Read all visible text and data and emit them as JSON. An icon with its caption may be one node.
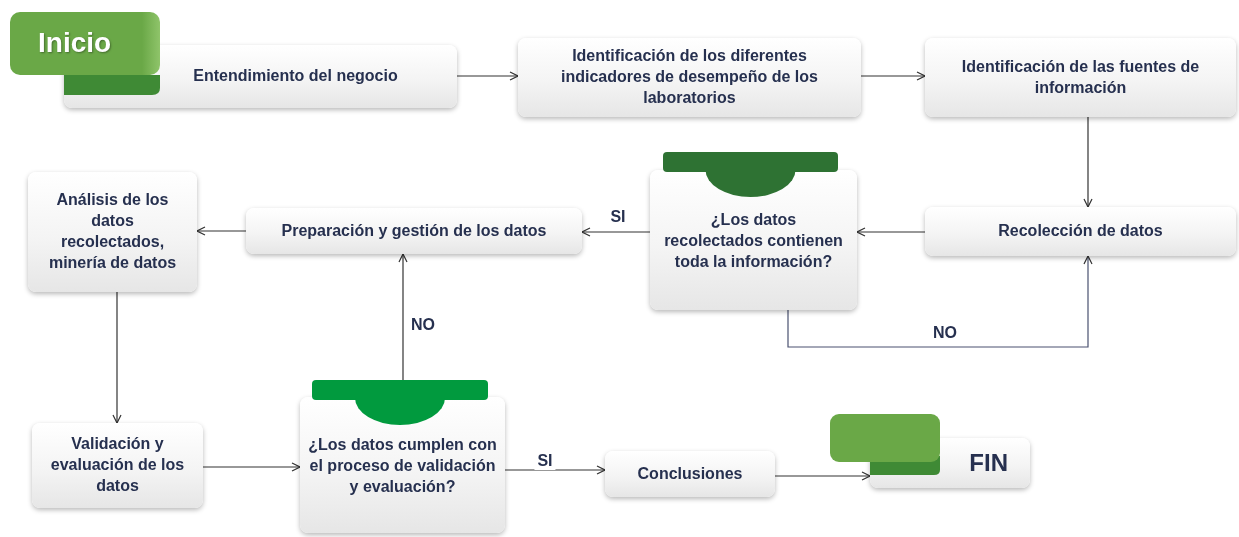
{
  "diagram": {
    "nodes": [
      {
        "text": [
          "Inicio"
        ]
      },
      {
        "text": [
          "Entendimiento del negocio"
        ]
      },
      {
        "text": [
          "Identificación de los diferentes indicadores de desempeño de los laboratorios"
        ]
      },
      {
        "text": [
          "Identificación de las fuentes de información"
        ]
      },
      {
        "text": [
          "Recolección de datos"
        ]
      },
      {
        "text": [
          "¿Los datos recolectados contienen toda la información?"
        ]
      },
      {
        "text": [
          "Preparación y gestión de los datos"
        ]
      },
      {
        "text": [
          "Análisis de los datos recolectados, minería de datos"
        ]
      },
      {
        "text": [
          "Validación y evaluación de los datos"
        ]
      },
      {
        "text": [
          "¿Los datos cumplen con el proceso de validación y evaluación?"
        ]
      },
      {
        "text": [
          "Conclusiones"
        ]
      },
      {
        "text": [
          "FIN"
        ]
      }
    ],
    "edges": [
      {
        "from": 1,
        "to": 2,
        "arrow": "to"
      },
      {
        "from": 2,
        "to": 3,
        "arrow": "to"
      },
      {
        "from": 3,
        "to": 4,
        "arrow": "to"
      },
      {
        "from": 4,
        "to": 5,
        "arrow": "to"
      },
      {
        "from": 5,
        "to": 6,
        "arrow": "to",
        "label": "SI"
      },
      {
        "from": 5,
        "to": 4,
        "arrow": "to",
        "label": "NO"
      },
      {
        "from": 6,
        "to": 7,
        "arrow": "to"
      },
      {
        "from": 7,
        "to": 8,
        "arrow": "to"
      },
      {
        "from": 8,
        "to": 9,
        "arrow": "to"
      },
      {
        "from": 9,
        "to": 6,
        "arrow": "to",
        "label": "NO"
      },
      {
        "from": 9,
        "to": 10,
        "arrow": "to",
        "label": "SI"
      },
      {
        "from": 10,
        "to": 11,
        "arrow": "to"
      }
    ]
  }
}
